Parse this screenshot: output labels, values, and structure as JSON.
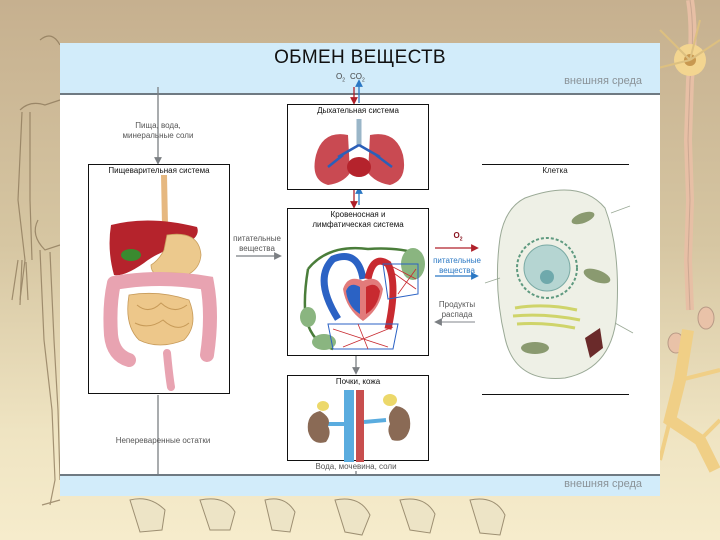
{
  "title": "ОБМЕН ВЕЩЕСТВ",
  "environment": {
    "top_label": "внешняя среда",
    "bottom_label": "внешняя среда"
  },
  "gases": {
    "o2": "O",
    "co2": "CO",
    "subscript": "2"
  },
  "flows": {
    "food_input": [
      "Пища, вода,",
      "минеральные соли"
    ],
    "undigested": "Непереваренные остатки",
    "nutrients": [
      "питательные",
      "вещества"
    ],
    "excretion": "Вода, мочевина, соли",
    "cell_o2": "O",
    "cell_o2_sub": "2",
    "cell_nutrients": [
      "питательные",
      "вещества"
    ],
    "decay_products": [
      "Продукты",
      "распада"
    ]
  },
  "systems": {
    "digestive": "Пищеварительная система",
    "respiratory": "Дыхательная система",
    "circulatory": [
      "Кровеносная и",
      "лимфатическая система"
    ],
    "excretory": "Почки, кожа",
    "cell": "Клетка"
  },
  "colors": {
    "band": "#d2ecfa",
    "band_border": "#6f7a82",
    "arrow_red": "#b0202a",
    "arrow_blue": "#2b78c4",
    "arrow_gray": "#7b7f83",
    "env_text": "#8a9297"
  }
}
